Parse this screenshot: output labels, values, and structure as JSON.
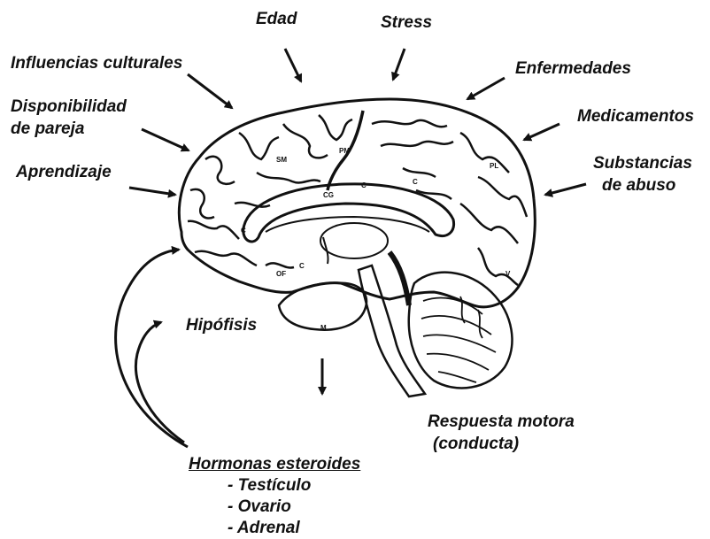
{
  "labels": {
    "edad": "Edad",
    "stress": "Stress",
    "influencias": "Influencias culturales",
    "enfermedades": "Enfermedades",
    "disponibilidad_1": "Disponibilidad",
    "disponibilidad_2": "de pareja",
    "medicamentos": "Medicamentos",
    "aprendizaje": "Aprendizaje",
    "substancias_1": "Substancias",
    "substancias_2": "de abuso",
    "hipofisis": "Hipófisis",
    "respuesta_1": "Respuesta motora",
    "respuesta_2": "(conducta)"
  },
  "hormonas": {
    "title": "Hormonas esteroides",
    "items": [
      "- Testículo",
      "- Ovario",
      "- Adrenal"
    ]
  },
  "brain_region_marks": [
    "SM",
    "PM",
    "PL",
    "CG",
    "C",
    "C",
    "C",
    "C",
    "V",
    "M",
    "OF"
  ]
}
